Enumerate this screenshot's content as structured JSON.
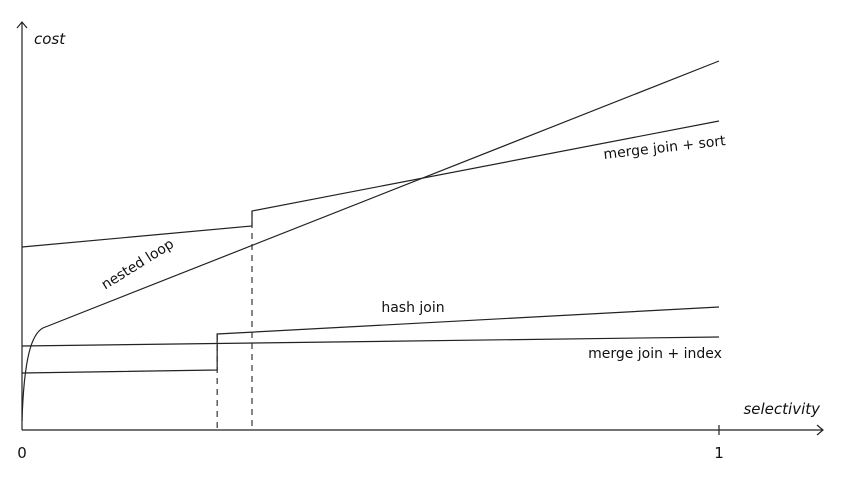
{
  "chart_data": {
    "type": "line",
    "xlabel": "selectivity",
    "ylabel": "cost",
    "xlim": [
      0,
      1
    ],
    "x_ticks": [
      "0",
      "1"
    ],
    "grid": false,
    "series": [
      {
        "name": "nested loop",
        "points": [
          [
            0,
            0.03
          ],
          [
            0.01,
            0.22
          ],
          [
            0.03,
            0.34
          ],
          [
            1,
            1.23
          ]
        ]
      },
      {
        "name": "merge join + sort",
        "points": [
          [
            0,
            0.61
          ],
          [
            0.33,
            0.68
          ],
          [
            0.33,
            0.73
          ],
          [
            1,
            1.03
          ]
        ]
      },
      {
        "name": "hash join",
        "points": [
          [
            0,
            0.19
          ],
          [
            0.28,
            0.2
          ],
          [
            0.28,
            0.32
          ],
          [
            1,
            0.41
          ]
        ]
      },
      {
        "name": "merge join + index",
        "points": [
          [
            0,
            0.28
          ],
          [
            1,
            0.31
          ]
        ]
      }
    ],
    "reference_lines": [
      {
        "x": 0.28,
        "style": "dashed"
      },
      {
        "x": 0.33,
        "style": "dashed"
      }
    ]
  }
}
